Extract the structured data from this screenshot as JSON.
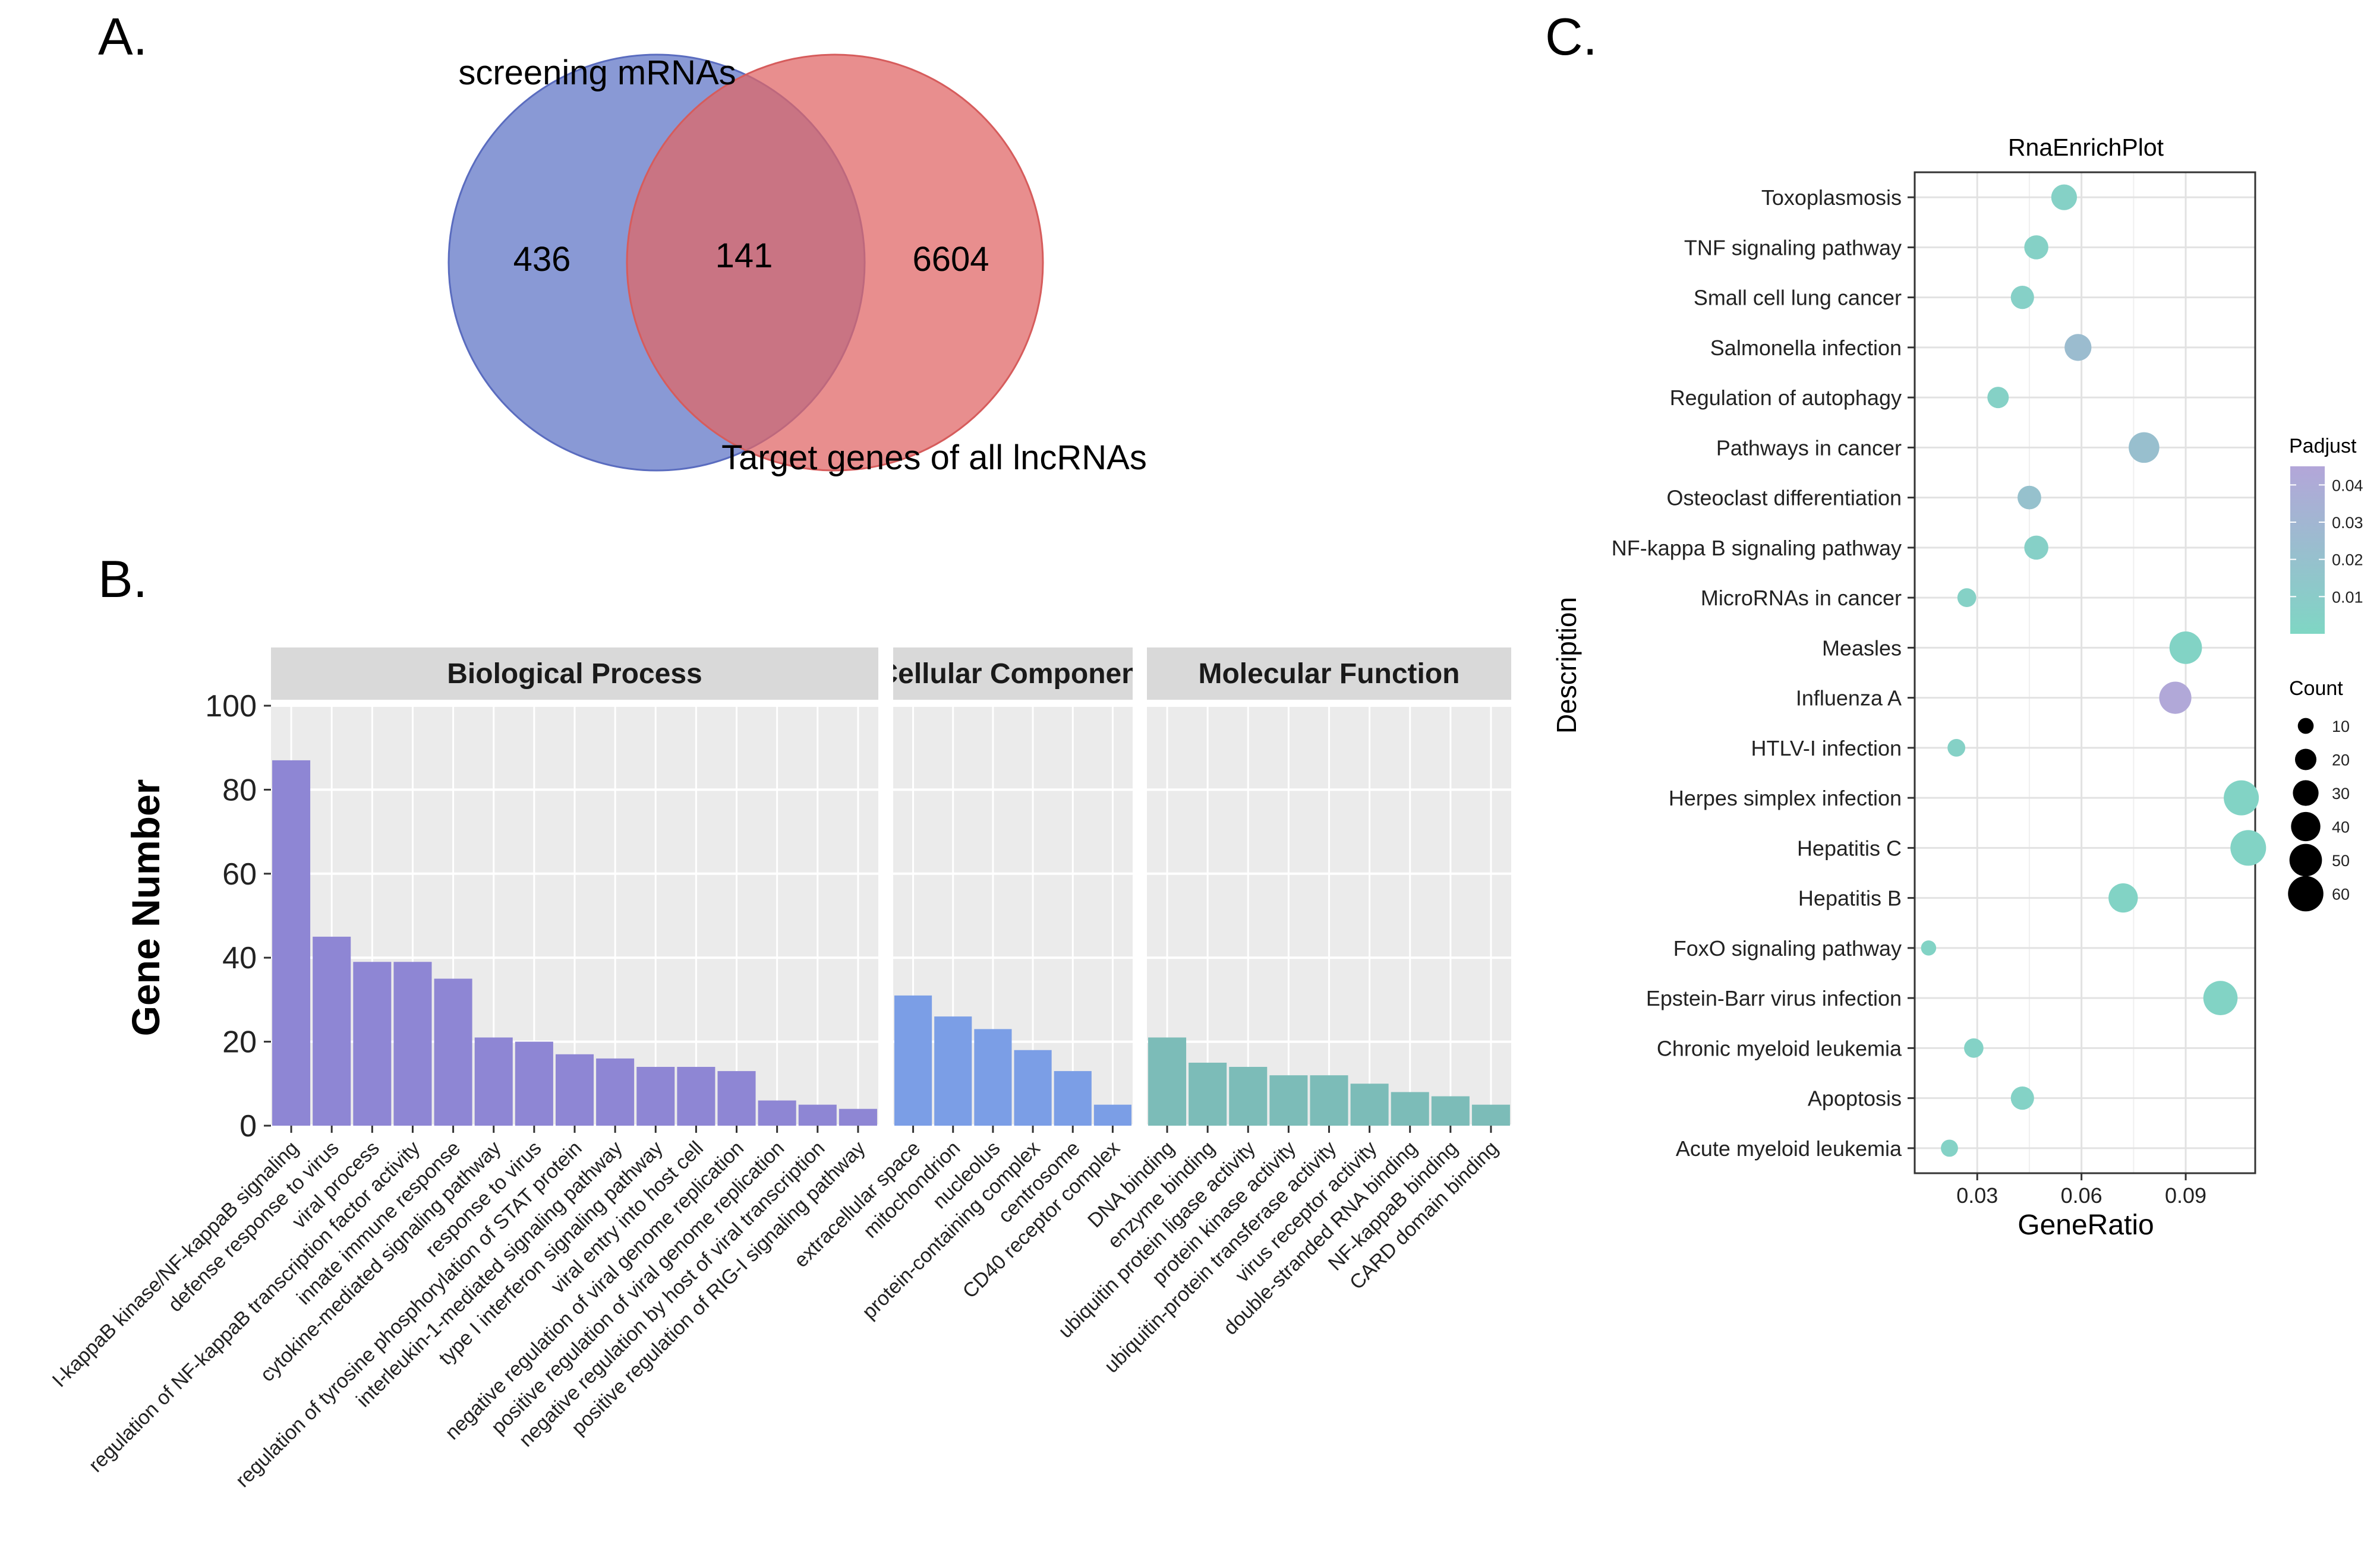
{
  "panels": {
    "a": "A.",
    "b": "B.",
    "c": "C."
  },
  "colors": {
    "venn_left": "#6f82cc",
    "venn_right": "#e06666",
    "bp": "#8e86d4",
    "cc": "#7b9ee6",
    "mf": "#7cbcb8",
    "panel_bg": "#ebebeb",
    "strip_bg": "#d9d9d9",
    "padj_high": "#b3a6d9",
    "padj_low": "#7fd6c4"
  },
  "chart_data": [
    {
      "type": "venn",
      "sets": [
        {
          "name": "screening mRNAs",
          "only": 436
        },
        {
          "name": "Target genes of all lncRNAs",
          "only": 6604
        }
      ],
      "intersection": 141
    },
    {
      "type": "bar",
      "ylabel": "Gene Number",
      "ylim": [
        0,
        100
      ],
      "yticks": [
        0,
        20,
        40,
        60,
        80,
        100
      ],
      "grid": true,
      "facets": [
        {
          "name": "Biological Process",
          "color": "#8e86d4",
          "categories": [
            "I-kappaB kinase/NF-kappaB signaling",
            "defense response to virus",
            "viral process",
            "regulation of NF-kappaB transcription factor activity",
            "innate immune response",
            "cytokine-mediated signaling pathway",
            "response to virus",
            "regulation of tyrosine phosphorylation of STAT protein",
            "interleukin-1-mediated signaling pathway",
            "type I interferon signaling pathway",
            "viral entry into host cell",
            "negative regulation of viral genome replication",
            "positive regulation of viral genome replication",
            "negative regulation by host of viral transcription",
            "positive regulation of RIG-I signaling pathway"
          ],
          "values": [
            87,
            45,
            39,
            39,
            35,
            21,
            20,
            17,
            16,
            14,
            14,
            13,
            6,
            5,
            4
          ]
        },
        {
          "name": "Cellular Component",
          "color": "#7b9ee6",
          "categories": [
            "extracellular space",
            "mitochondrion",
            "nucleolus",
            "protein-containing complex",
            "centrosome",
            "CD40 receptor complex"
          ],
          "values": [
            31,
            26,
            23,
            18,
            13,
            5
          ]
        },
        {
          "name": "Molecular Function",
          "color": "#7cbcb8",
          "categories": [
            "DNA binding",
            "enzyme binding",
            "ubiquitin protein ligase activity",
            "protein kinase activity",
            "ubiquitin-protein transferase activity",
            "virus receptor activity",
            "double-stranded RNA binding",
            "NF-kappaB binding",
            "CARD domain binding"
          ],
          "values": [
            21,
            15,
            14,
            12,
            12,
            10,
            8,
            7,
            5
          ]
        }
      ]
    },
    {
      "type": "scatter",
      "title": "RnaEnrichPlot",
      "xlabel": "GeneRatio",
      "ylabel": "Description",
      "xticks": [
        0.03,
        0.06,
        0.09
      ],
      "xlim": [
        0.012,
        0.11
      ],
      "grid": true,
      "legend_placement": "right",
      "color_legend": {
        "title": "Padjust",
        "ticks": [
          0.04,
          0.03,
          0.02,
          0.01
        ],
        "range": [
          0.0,
          0.045
        ]
      },
      "size_legend": {
        "title": "Count",
        "values": [
          10,
          20,
          30,
          40,
          50,
          60
        ]
      },
      "points": [
        {
          "description": "Toxoplasmosis",
          "gene_ratio": 0.055,
          "count": 30,
          "padjust": 0.005
        },
        {
          "description": "TNF signaling pathway",
          "gene_ratio": 0.047,
          "count": 26,
          "padjust": 0.005
        },
        {
          "description": "Small cell lung cancer",
          "gene_ratio": 0.043,
          "count": 24,
          "padjust": 0.006
        },
        {
          "description": "Salmonella infection",
          "gene_ratio": 0.059,
          "count": 33,
          "padjust": 0.024
        },
        {
          "description": "Regulation of autophagy",
          "gene_ratio": 0.036,
          "count": 20,
          "padjust": 0.005
        },
        {
          "description": "Pathways in cancer",
          "gene_ratio": 0.078,
          "count": 44,
          "padjust": 0.022
        },
        {
          "description": "Osteoclast differentiation",
          "gene_ratio": 0.045,
          "count": 25,
          "padjust": 0.02
        },
        {
          "description": "NF-kappa B signaling pathway",
          "gene_ratio": 0.047,
          "count": 26,
          "padjust": 0.006
        },
        {
          "description": "MicroRNAs in cancer",
          "gene_ratio": 0.027,
          "count": 15,
          "padjust": 0.005
        },
        {
          "description": "Measles",
          "gene_ratio": 0.09,
          "count": 50,
          "padjust": 0.003
        },
        {
          "description": "Influenza A",
          "gene_ratio": 0.087,
          "count": 49,
          "padjust": 0.043
        },
        {
          "description": "HTLV-I infection",
          "gene_ratio": 0.024,
          "count": 13,
          "padjust": 0.005
        },
        {
          "description": "Herpes simplex infection",
          "gene_ratio": 0.106,
          "count": 59,
          "padjust": 0.003
        },
        {
          "description": "Hepatitis C",
          "gene_ratio": 0.108,
          "count": 61,
          "padjust": 0.003
        },
        {
          "description": "Hepatitis B",
          "gene_ratio": 0.072,
          "count": 40,
          "padjust": 0.003
        },
        {
          "description": "FoxO signaling pathway",
          "gene_ratio": 0.016,
          "count": 9,
          "padjust": 0.003
        },
        {
          "description": "Epstein-Barr virus infection",
          "gene_ratio": 0.1,
          "count": 56,
          "padjust": 0.003
        },
        {
          "description": "Chronic myeloid leukemia",
          "gene_ratio": 0.029,
          "count": 16,
          "padjust": 0.004
        },
        {
          "description": "Apoptosis",
          "gene_ratio": 0.043,
          "count": 24,
          "padjust": 0.004
        },
        {
          "description": "Acute myeloid leukemia",
          "gene_ratio": 0.022,
          "count": 12,
          "padjust": 0.004
        }
      ]
    }
  ]
}
